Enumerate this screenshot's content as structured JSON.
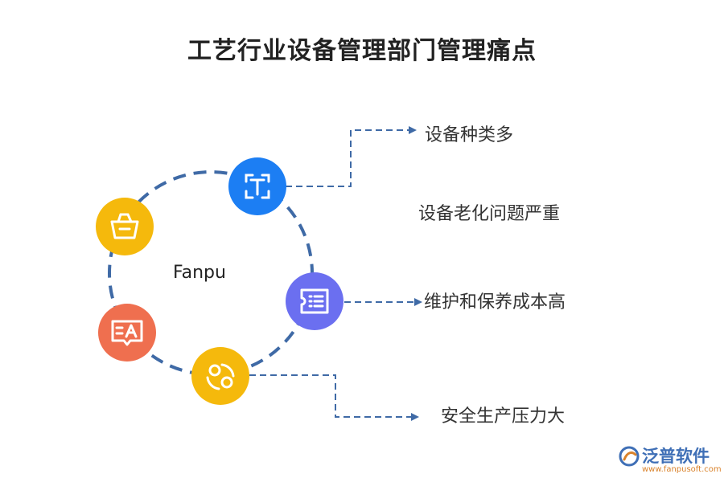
{
  "title": "工艺行业设备管理部门管理痛点",
  "center_label": "Fanpu",
  "items": [
    {
      "label": "设备种类多"
    },
    {
      "label": "设备老化问题严重"
    },
    {
      "label": "维护和保养成本高"
    },
    {
      "label": "安全生产压力大"
    }
  ],
  "nodes": [
    {
      "icon": "text-frame-icon",
      "color": "#1c7ef3"
    },
    {
      "icon": "list-ticket-icon",
      "color": "#6b6ff0"
    },
    {
      "icon": "exchange-icon",
      "color": "#f5b90c"
    },
    {
      "icon": "translate-icon",
      "color": "#ef6f4f"
    },
    {
      "icon": "basket-icon",
      "color": "#f5b90c"
    }
  ],
  "colors": {
    "dash": "#3f6aa6",
    "arrow": "#3f6aa6"
  },
  "logo": {
    "name": "泛普软件",
    "url": "www.fanpusoft.com"
  }
}
